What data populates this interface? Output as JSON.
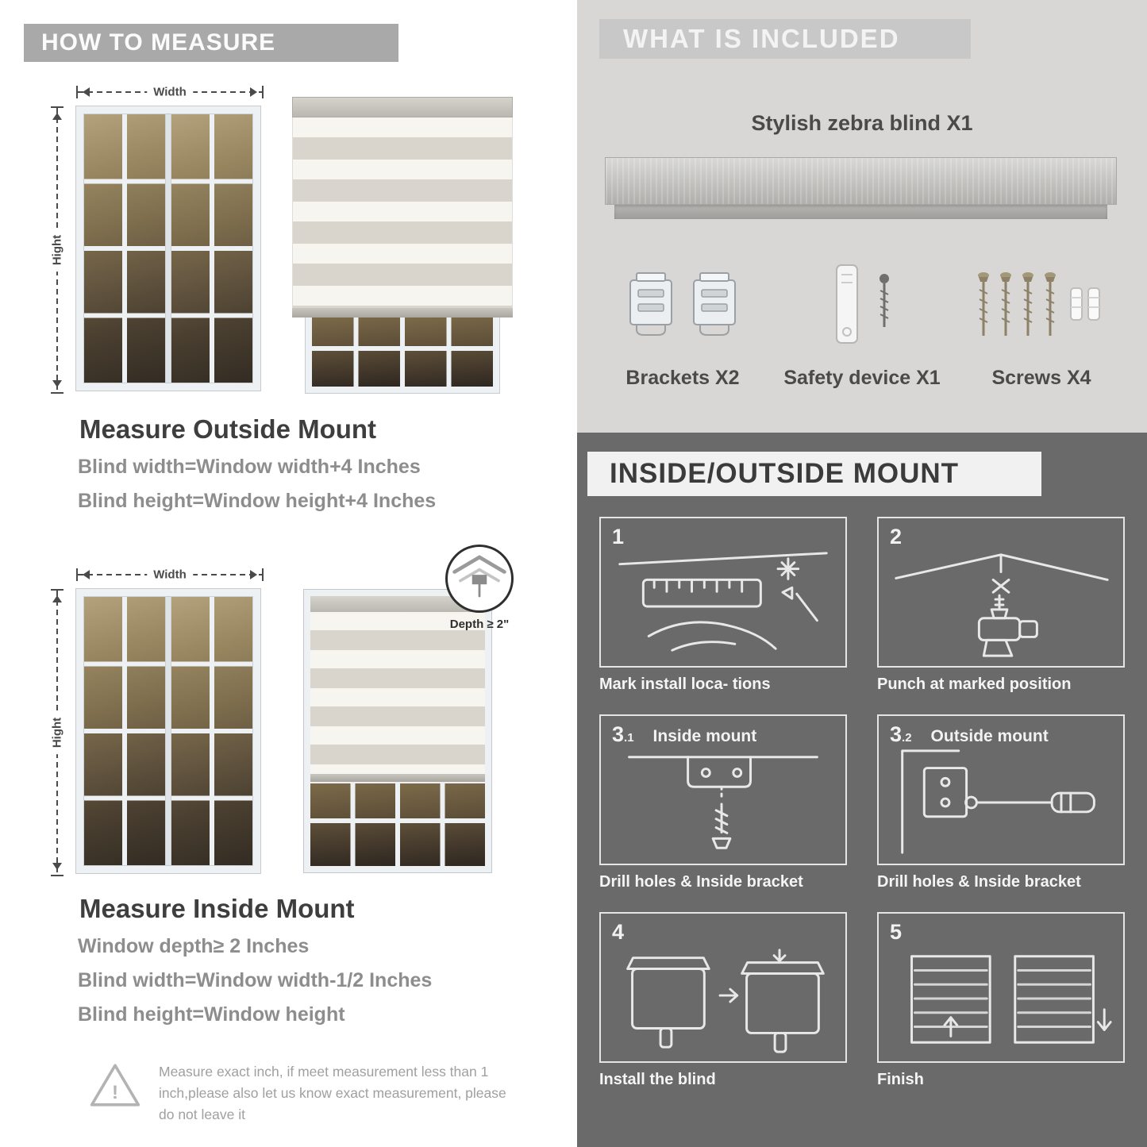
{
  "colors": {
    "banner_gray": "#a9a9a9",
    "light_panel": "#d8d7d5",
    "dark_panel": "#6a6a6a",
    "stripe_gray": "#d9d5cd",
    "stripe_light": "#f7f5f0",
    "heading_text": "#3e3e3e",
    "body_text": "#8d8d8d"
  },
  "icons": {
    "warning": "exclamation-triangle",
    "brackets": "mounting-bracket",
    "safety_device": "safety-clip-and-screw",
    "screws": "screws-and-anchors"
  },
  "left": {
    "header": "HOW TO MEASURE",
    "outside": {
      "width_label": "Width",
      "height_label": "Hight",
      "title": "Measure Outside Mount",
      "lines": [
        "Blind width=Window width+4 Inches",
        "Blind height=Window height+4 Inches"
      ]
    },
    "inside": {
      "width_label": "Width",
      "height_label": "Hight",
      "depth_label": "Depth ≥ 2\"",
      "title": "Measure Inside Mount",
      "lines": [
        "Window depth≥ 2 Inches",
        "Blind width=Window width-1/2 Inches",
        "Blind height=Window height"
      ]
    },
    "warning_mark": "!",
    "warning_text": "Measure exact inch, if meet measurement less than 1 inch,please also let us know exact measurement, please do not leave it"
  },
  "right": {
    "included": {
      "header": "WHAT IS INCLUDED",
      "blind_label": "Stylish zebra blind X1",
      "items": [
        {
          "label": "Brackets X2"
        },
        {
          "label": "Safety device X1"
        },
        {
          "label": "Screws X4"
        }
      ]
    },
    "mount": {
      "header": "INSIDE/OUTSIDE MOUNT",
      "steps": [
        {
          "num": "1",
          "sub": "",
          "title": "",
          "caption": "Mark install loca- tions"
        },
        {
          "num": "2",
          "sub": "",
          "title": "",
          "caption": "Punch at  marked position"
        },
        {
          "num": "3",
          "sub": ".1",
          "title": "Inside mount",
          "caption": "Drill holes &  Inside bracket"
        },
        {
          "num": "3",
          "sub": ".2",
          "title": "Outside mount",
          "caption": "Drill holes &  Inside bracket"
        },
        {
          "num": "4",
          "sub": "",
          "title": "",
          "caption": "Install the blind"
        },
        {
          "num": "5",
          "sub": "",
          "title": "",
          "caption": "Finish"
        }
      ]
    }
  }
}
